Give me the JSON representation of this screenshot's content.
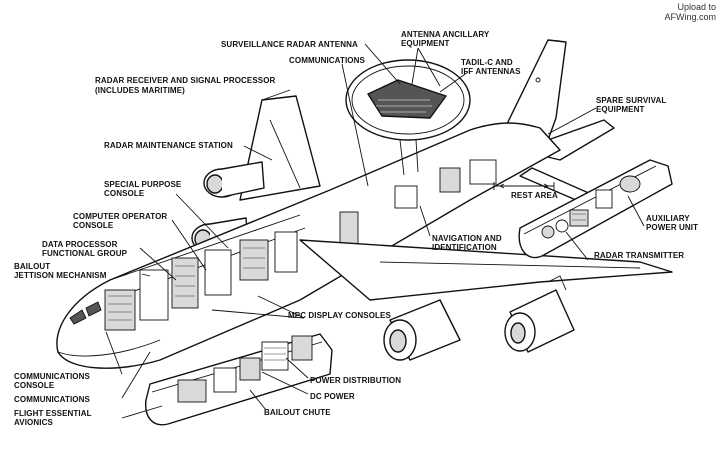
{
  "watermark": {
    "line1": "Upload to",
    "line2": "AFWing.com"
  },
  "labels": {
    "surveillance_radar_antenna": "SURVEILLANCE RADAR ANTENNA",
    "antenna_ancillary_1": "ANTENNA ANCILLARY",
    "antenna_ancillary_2": "EQUIPMENT",
    "tadil_1": "TADIL-C AND",
    "tadil_2": "IFF ANTENNAS",
    "communications_top": "COMMUNICATIONS",
    "radar_receiver_1": "RADAR RECEIVER AND SIGNAL PROCESSOR",
    "radar_receiver_2": "(INCLUDES MARITIME)",
    "spare_survival_1": "SPARE SURVIVAL",
    "spare_survival_2": "EQUIPMENT",
    "radar_maintenance": "RADAR MAINTENANCE STATION",
    "special_purpose_1": "SPECIAL PURPOSE",
    "special_purpose_2": "CONSOLE",
    "rest_area": "REST AREA",
    "computer_operator_1": "COMPUTER OPERATOR",
    "computer_operator_2": "CONSOLE",
    "auxiliary_power_1": "AUXILIARY",
    "auxiliary_power_2": "POWER UNIT",
    "data_processor_1": "DATA PROCESSOR",
    "data_processor_2": "FUNCTIONAL GROUP",
    "navigation_1": "NAVIGATION AND",
    "navigation_2": "IDENTIFICATION",
    "bailout_jettison_1": "BAILOUT",
    "bailout_jettison_2": "JETTISON MECHANISM",
    "radar_transmitter": "RADAR TRANSMITTER",
    "mpc_display": "MPC DISPLAY CONSOLES",
    "communications_console_1": "COMMUNICATIONS",
    "communications_console_2": "CONSOLE",
    "power_distribution": "POWER DISTRIBUTION",
    "communications_bottom": "COMMUNICATIONS",
    "dc_power": "DC POWER",
    "flight_essential_1": "FLIGHT ESSENTIAL",
    "flight_essential_2": "AVIONICS",
    "bailout_chute": "BAILOUT CHUTE"
  }
}
